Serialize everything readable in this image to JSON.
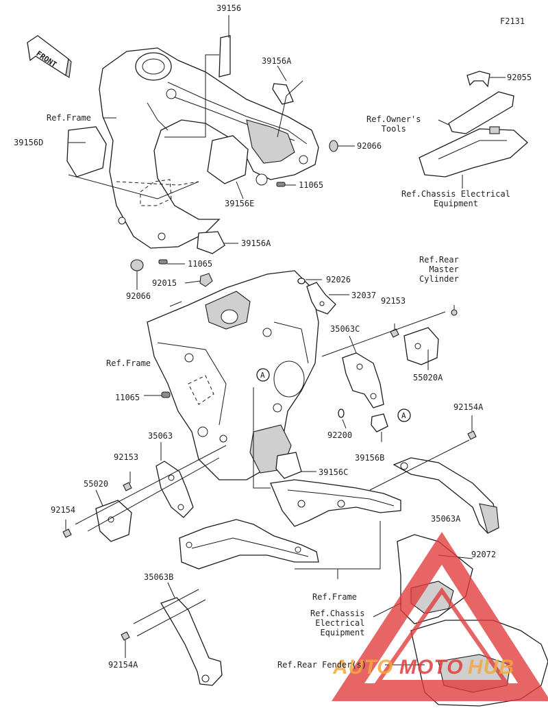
{
  "figure_code": "F2131",
  "front_marker": "FRONT",
  "ref_marks": [
    "A",
    "A"
  ],
  "labels": {
    "l_39156_top": "39156",
    "l_39156A_top": "39156A",
    "l_92055": "92055",
    "l_ref_frame_1": "Ref.Frame",
    "l_39156D": "39156D",
    "l_ref_owners_tools": "Ref.Owner's\nTools",
    "l_92066_right": "92066",
    "l_11065_mid": "11065",
    "l_ref_chassis_1": "Ref.Chassis Electrical\nEquipment",
    "l_39156E": "39156E",
    "l_39156A_mid": "39156A",
    "l_11065_lower": "11065",
    "l_92066_left": "92066",
    "l_ref_rear_master": "Ref.Rear\nMaster\nCylinder",
    "l_92015": "92015",
    "l_92026": "92026",
    "l_32037": "32037",
    "l_92153_right": "92153",
    "l_35063C": "35063C",
    "l_ref_frame_2": "Ref.Frame",
    "l_55020A": "55020A",
    "l_11065_left": "11065",
    "l_92200": "92200",
    "l_92154A_right": "92154A",
    "l_35063": "35063",
    "l_39156B": "39156B",
    "l_92153_left": "92153",
    "l_39156C": "39156C",
    "l_55020": "55020",
    "l_92154": "92154",
    "l_35063A": "35063A",
    "l_92072": "92072",
    "l_35063B": "35063B",
    "l_ref_frame_3": "Ref.Frame",
    "l_ref_chassis_2": "Ref.Chassis\nElectrical\nEquipment",
    "l_92154A_bottom": "92154A",
    "l_ref_rear_fender": "Ref.Rear Fender(s)"
  },
  "watermark": {
    "text_auto": "AUTO",
    "text_moto": "MOTO",
    "text_hub": "HUB",
    "color_auto": "#f2a93b",
    "color_moto": "#e23a3a",
    "color_hub": "#f2a93b"
  }
}
